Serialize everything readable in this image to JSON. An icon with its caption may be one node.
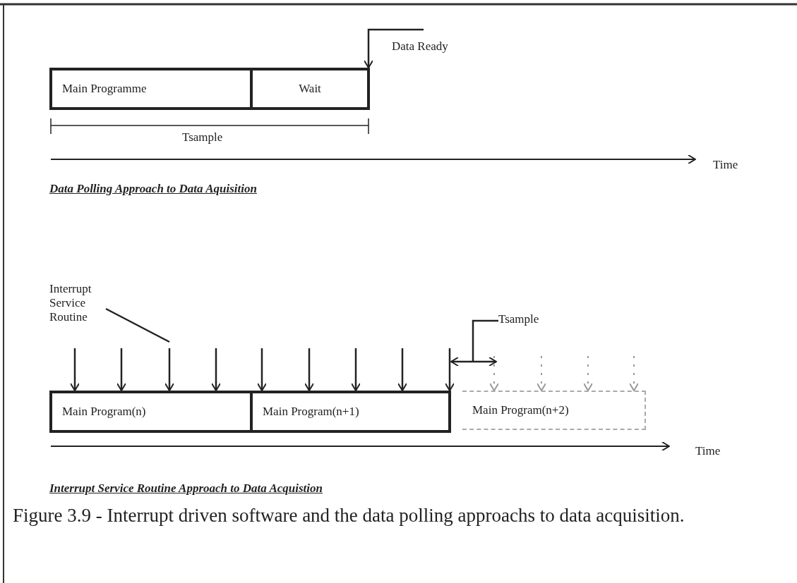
{
  "diagram": {
    "caption": "Figure 3.9 - Interrupt driven software and the data polling approachs to data acquisition.",
    "nodes": [
      {
        "text": [
          "Main Programme"
        ]
      },
      {
        "text": [
          "Wait"
        ]
      },
      {
        "text": [
          "Data Ready"
        ]
      },
      {
        "text": [
          "Interrupt Service Routine"
        ]
      },
      {
        "text": [
          "Main Program(n)"
        ]
      },
      {
        "text": [
          "Main Program(n+1)"
        ]
      },
      {
        "text": [
          "Main Program(n+2)"
        ]
      },
      {
        "text": [
          "Tsample"
        ]
      }
    ],
    "edges": [
      {
        "from": 2,
        "to": 1,
        "arrow": "to"
      },
      {
        "from": null,
        "to": 4,
        "arrow": "to"
      },
      {
        "from": null,
        "to": 4,
        "arrow": "to"
      },
      {
        "from": null,
        "to": 4,
        "arrow": "to"
      },
      {
        "from": null,
        "to": 4,
        "arrow": "to"
      },
      {
        "from": null,
        "to": 5,
        "arrow": "to"
      },
      {
        "from": null,
        "to": 5,
        "arrow": "to"
      },
      {
        "from": null,
        "to": 5,
        "arrow": "to"
      },
      {
        "from": null,
        "to": 5,
        "arrow": "to"
      },
      {
        "from": null,
        "to": 5,
        "arrow": "to"
      },
      {
        "from": 3,
        "to": null,
        "arrow": "none"
      },
      {
        "from": null,
        "to": 6,
        "arrow": "to",
        "style": "dashed",
        "color": "#999999"
      },
      {
        "from": null,
        "to": 6,
        "arrow": "to",
        "style": "dashed",
        "color": "#999999"
      },
      {
        "from": null,
        "to": 6,
        "arrow": "to",
        "style": "dashed",
        "color": "#999999"
      },
      {
        "from": null,
        "to": 6,
        "arrow": "to",
        "style": "dashed",
        "color": "#999999"
      },
      {
        "from": 7,
        "to": null,
        "arrow": "none"
      }
    ],
    "labels": [
      "Tsample",
      "Time",
      "Data Polling Approach to Data Aquisition",
      "Time",
      "Interrupt Service Routine Approach to Data Acquistion"
    ]
  }
}
